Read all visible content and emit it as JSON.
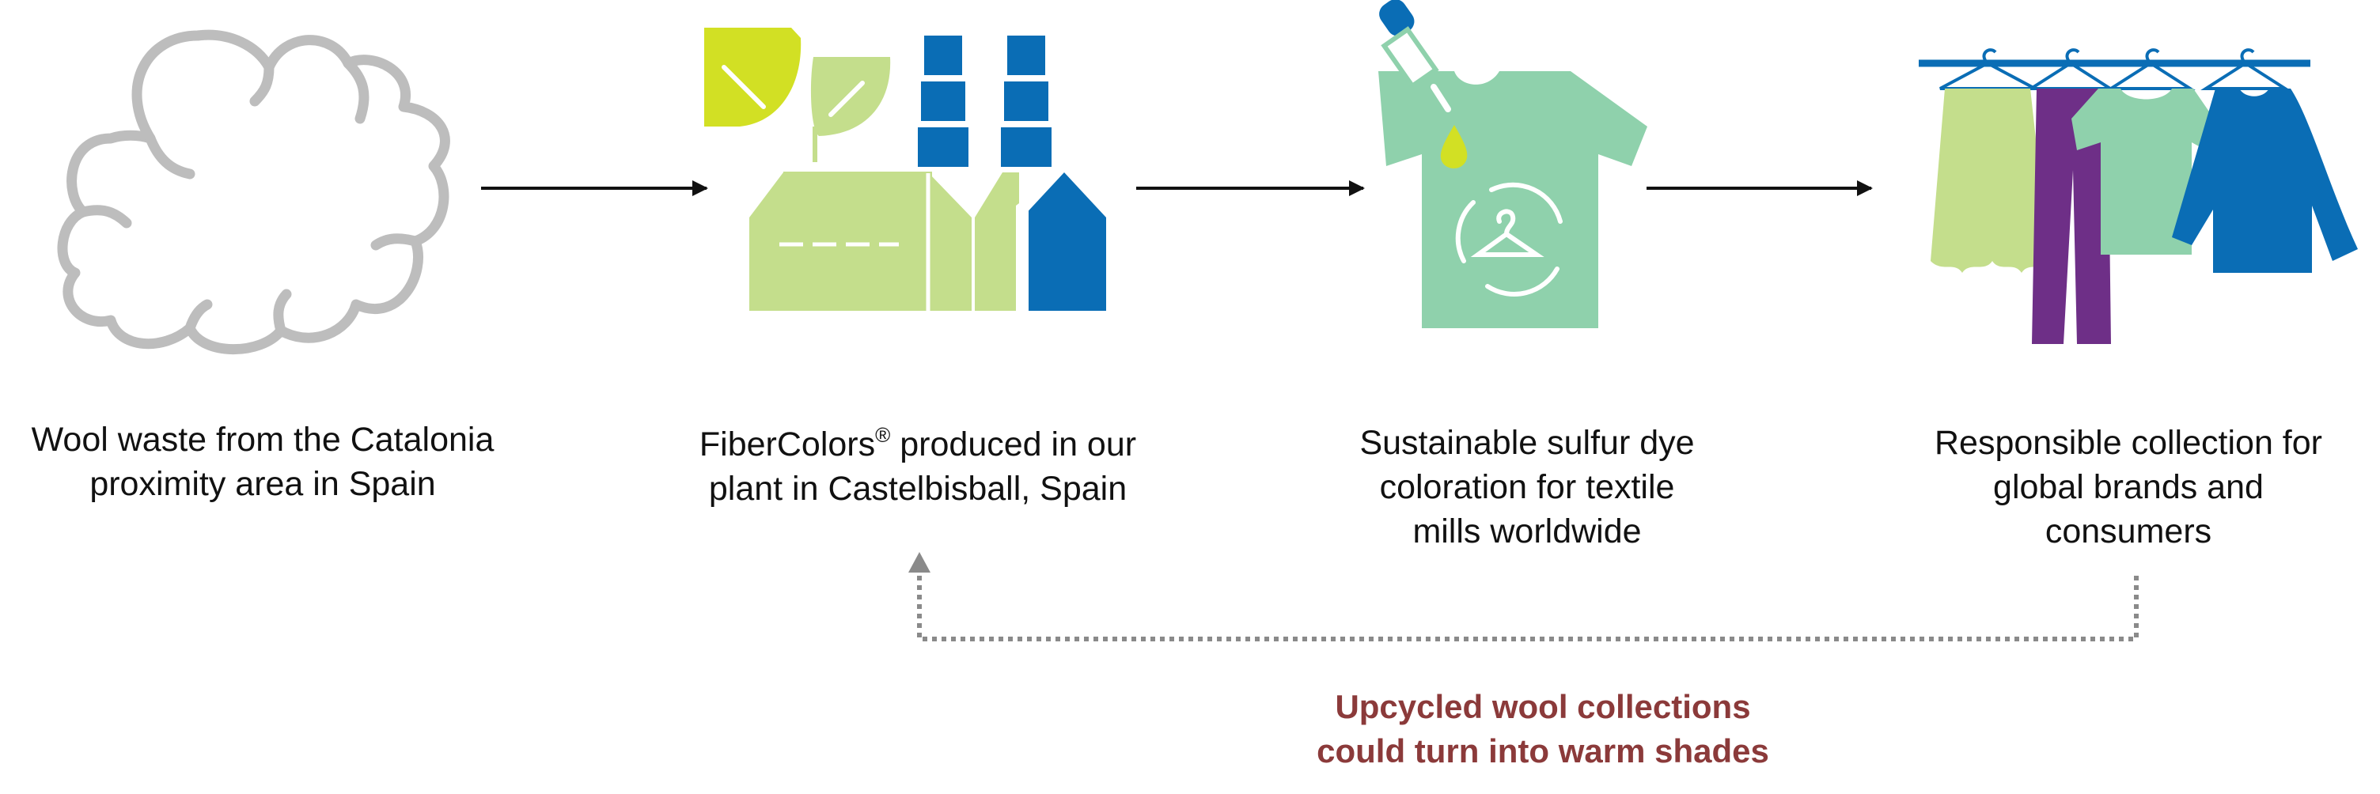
{
  "colors": {
    "cloud": "#bdbdbd",
    "lime": "#d2e024",
    "light_green": "#c4de8c",
    "blue": "#0a6db5",
    "mint": "#8fd1ac",
    "purple": "#6e2f87",
    "arrow": "#111111",
    "loop": "#8a8a8a",
    "note": "#8b3a3a"
  },
  "steps": [
    {
      "icon": "wool-cloud-icon",
      "caption_lines": [
        "Wool waste from the Catalonia",
        "proximity area in Spain"
      ]
    },
    {
      "icon": "factory-icon",
      "caption_lines": [
        "FiberColors",
        "®",
        " produced in our",
        "plant in Castelbisball, Spain"
      ]
    },
    {
      "icon": "dyed-tshirt-icon",
      "caption_lines": [
        "Sustainable sulfur dye",
        "coloration for textile",
        "mills worldwide"
      ]
    },
    {
      "icon": "clothing-rack-icon",
      "caption_lines": [
        "Responsible collection for",
        "global brands and",
        "consumers"
      ]
    }
  ],
  "loop_note": {
    "line1": "Upcycled wool collections",
    "line2": "could turn into warm shades"
  }
}
